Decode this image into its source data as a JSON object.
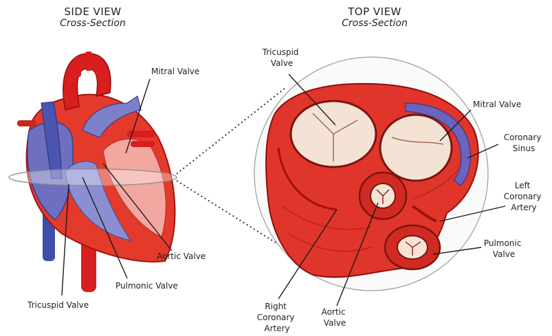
{
  "side_view": {
    "title": "SIDE VIEW",
    "subtitle": "Cross-Section"
  },
  "top_view": {
    "title": "TOP VIEW",
    "subtitle": "Cross-Section"
  },
  "labels": {
    "side_mitral": "Mitral Valve",
    "side_aortic": "Aortic Valve",
    "side_pulmonic": "Pulmonic Valve",
    "side_tricuspid": "Tricuspid Valve",
    "top_tricuspid": [
      "Tricuspid",
      "Valve"
    ],
    "top_mitral": "Mitral Valve",
    "top_coronary_sinus": [
      "Coronary",
      "Sinus"
    ],
    "top_left_coronary": [
      "Left",
      "Coronary",
      "Artery"
    ],
    "top_pulmonic": [
      "Pulmonic",
      "Valve"
    ],
    "top_aortic": [
      "Aortic",
      "Valve"
    ],
    "top_right_coronary": [
      "Right",
      "Coronary",
      "Artery"
    ]
  },
  "colors": {
    "artery_red": "#d81e1e",
    "tissue_red": "#e23a2e",
    "vein_blue": "#5a5fb0",
    "valve_cream": "#fbeee2"
  }
}
